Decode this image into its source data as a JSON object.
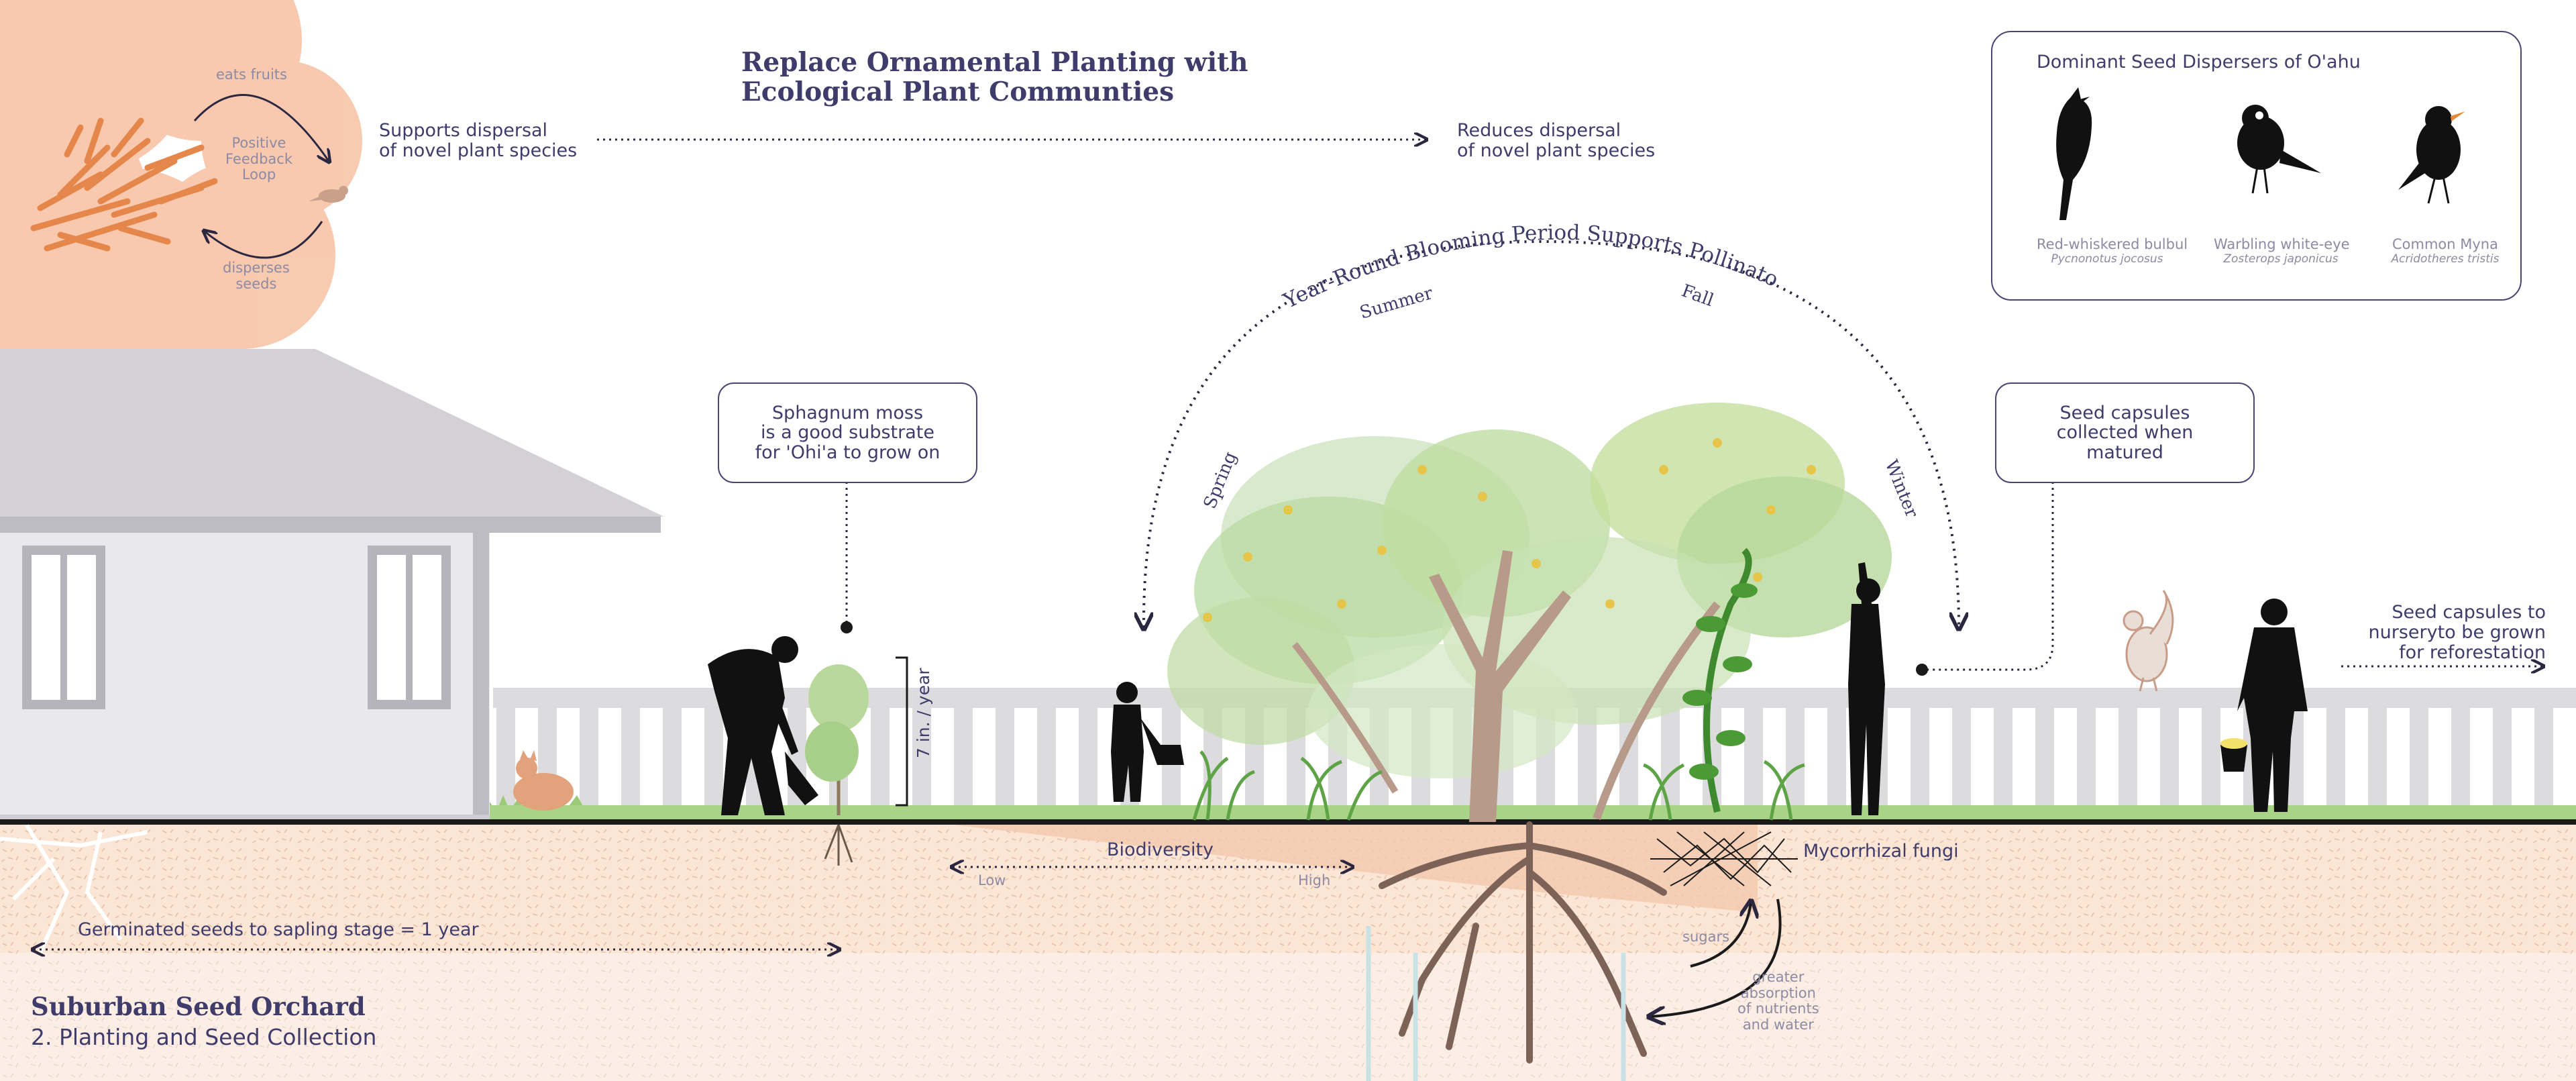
{
  "title": {
    "line1": "Replace Ornamental Planting with",
    "line2": "Ecological Plant Communties"
  },
  "feedback_loop": {
    "top": "eats fruits",
    "center_line1": "Positive",
    "center_line2": "Feedback",
    "center_line3": "Loop",
    "bottom_line1": "disperses",
    "bottom_line2": "seeds"
  },
  "dispersal": {
    "supports_line1": "Supports dispersal",
    "supports_line2": "of novel plant species",
    "reduces_line1": "Reduces dispersal",
    "reduces_line2": "of novel plant species"
  },
  "dispersers_panel": {
    "title": "Dominant Seed Dispersers of O'ahu",
    "birds": [
      {
        "common": "Red-whiskered bulbul",
        "latin": "Pycnonotus jocosus"
      },
      {
        "common": "Warbling white-eye",
        "latin": "Zosterops japonicus"
      },
      {
        "common": "Common Myna",
        "latin": "Acridotheres tristis"
      }
    ]
  },
  "blooming": {
    "arc_title": "Year-Round Blooming Period Supports Pollinators",
    "seasons": [
      "Spring",
      "Summer",
      "Fall",
      "Winter"
    ]
  },
  "callouts": {
    "moss_line1": "Sphagnum moss",
    "moss_line2": "is a good substrate",
    "moss_line3": "for 'Ohi'a to grow on",
    "capsules_line1": "Seed capsules",
    "capsules_line2": "collected when",
    "capsules_line3": "matured"
  },
  "growth_rate": "7 in. / year",
  "nursery": {
    "line1": "Seed capsules to",
    "line2": "nurseryto be grown",
    "line3": "for reforestation"
  },
  "biodiversity": {
    "label": "Biodiversity",
    "low": "Low",
    "high": "High"
  },
  "fungi": {
    "label": "Mycorrhizal fungi",
    "sugars": "sugars",
    "greater_line1": "greater",
    "greater_line2": "absorption",
    "greater_line3": "of nutrients",
    "greater_line4": "and water"
  },
  "germination": "Germinated seeds to sapling stage = 1 year",
  "footer": {
    "title": "Suburban Seed Orchard",
    "subtitle": "2. Planting and Seed Collection"
  },
  "colors": {
    "text": "#3f3b6b",
    "soil": "#f7dcc8",
    "tree_peach": "#f8c7ab",
    "house_gray": "#c8c6cc",
    "fence": "#dcdcde",
    "grass": "#8fc36a",
    "fruit_orange": "#e5864a"
  }
}
